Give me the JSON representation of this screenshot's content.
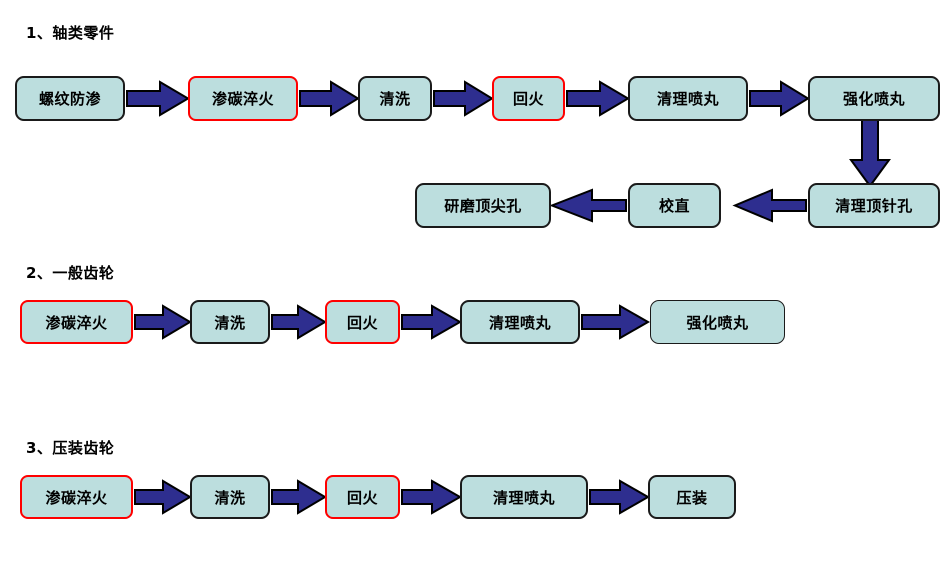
{
  "theme": {
    "node_fill": "#BCDEDE",
    "node_border": "#1A1A1A",
    "node_border_highlight": "#FF0000",
    "arrow_fill": "#2E2E8F",
    "arrow_stroke": "#000000",
    "background": "#FFFFFF",
    "text": "#000000"
  },
  "sections": [
    {
      "title": "1、轴类零件",
      "nodes": [
        {
          "label": "螺纹防渗",
          "highlight": false
        },
        {
          "label": "渗碳淬火",
          "highlight": true
        },
        {
          "label": "清洗",
          "highlight": false
        },
        {
          "label": "回火",
          "highlight": true
        },
        {
          "label": "清理喷丸",
          "highlight": false
        },
        {
          "label": "强化喷丸",
          "highlight": false
        },
        {
          "label": "清理顶针孔",
          "highlight": false
        },
        {
          "label": "校直",
          "highlight": false
        },
        {
          "label": "研磨顶尖孔",
          "highlight": false
        }
      ]
    },
    {
      "title": "2、一般齿轮",
      "nodes": [
        {
          "label": "渗碳淬火",
          "highlight": true
        },
        {
          "label": "清洗",
          "highlight": false
        },
        {
          "label": "回火",
          "highlight": true
        },
        {
          "label": "清理喷丸",
          "highlight": false
        },
        {
          "label": "强化喷丸",
          "highlight": false
        }
      ]
    },
    {
      "title": "3、压装齿轮",
      "nodes": [
        {
          "label": "渗碳淬火",
          "highlight": true
        },
        {
          "label": "清洗",
          "highlight": false
        },
        {
          "label": "回火",
          "highlight": true
        },
        {
          "label": "清理喷丸",
          "highlight": false
        },
        {
          "label": "压装",
          "highlight": false
        }
      ]
    }
  ]
}
